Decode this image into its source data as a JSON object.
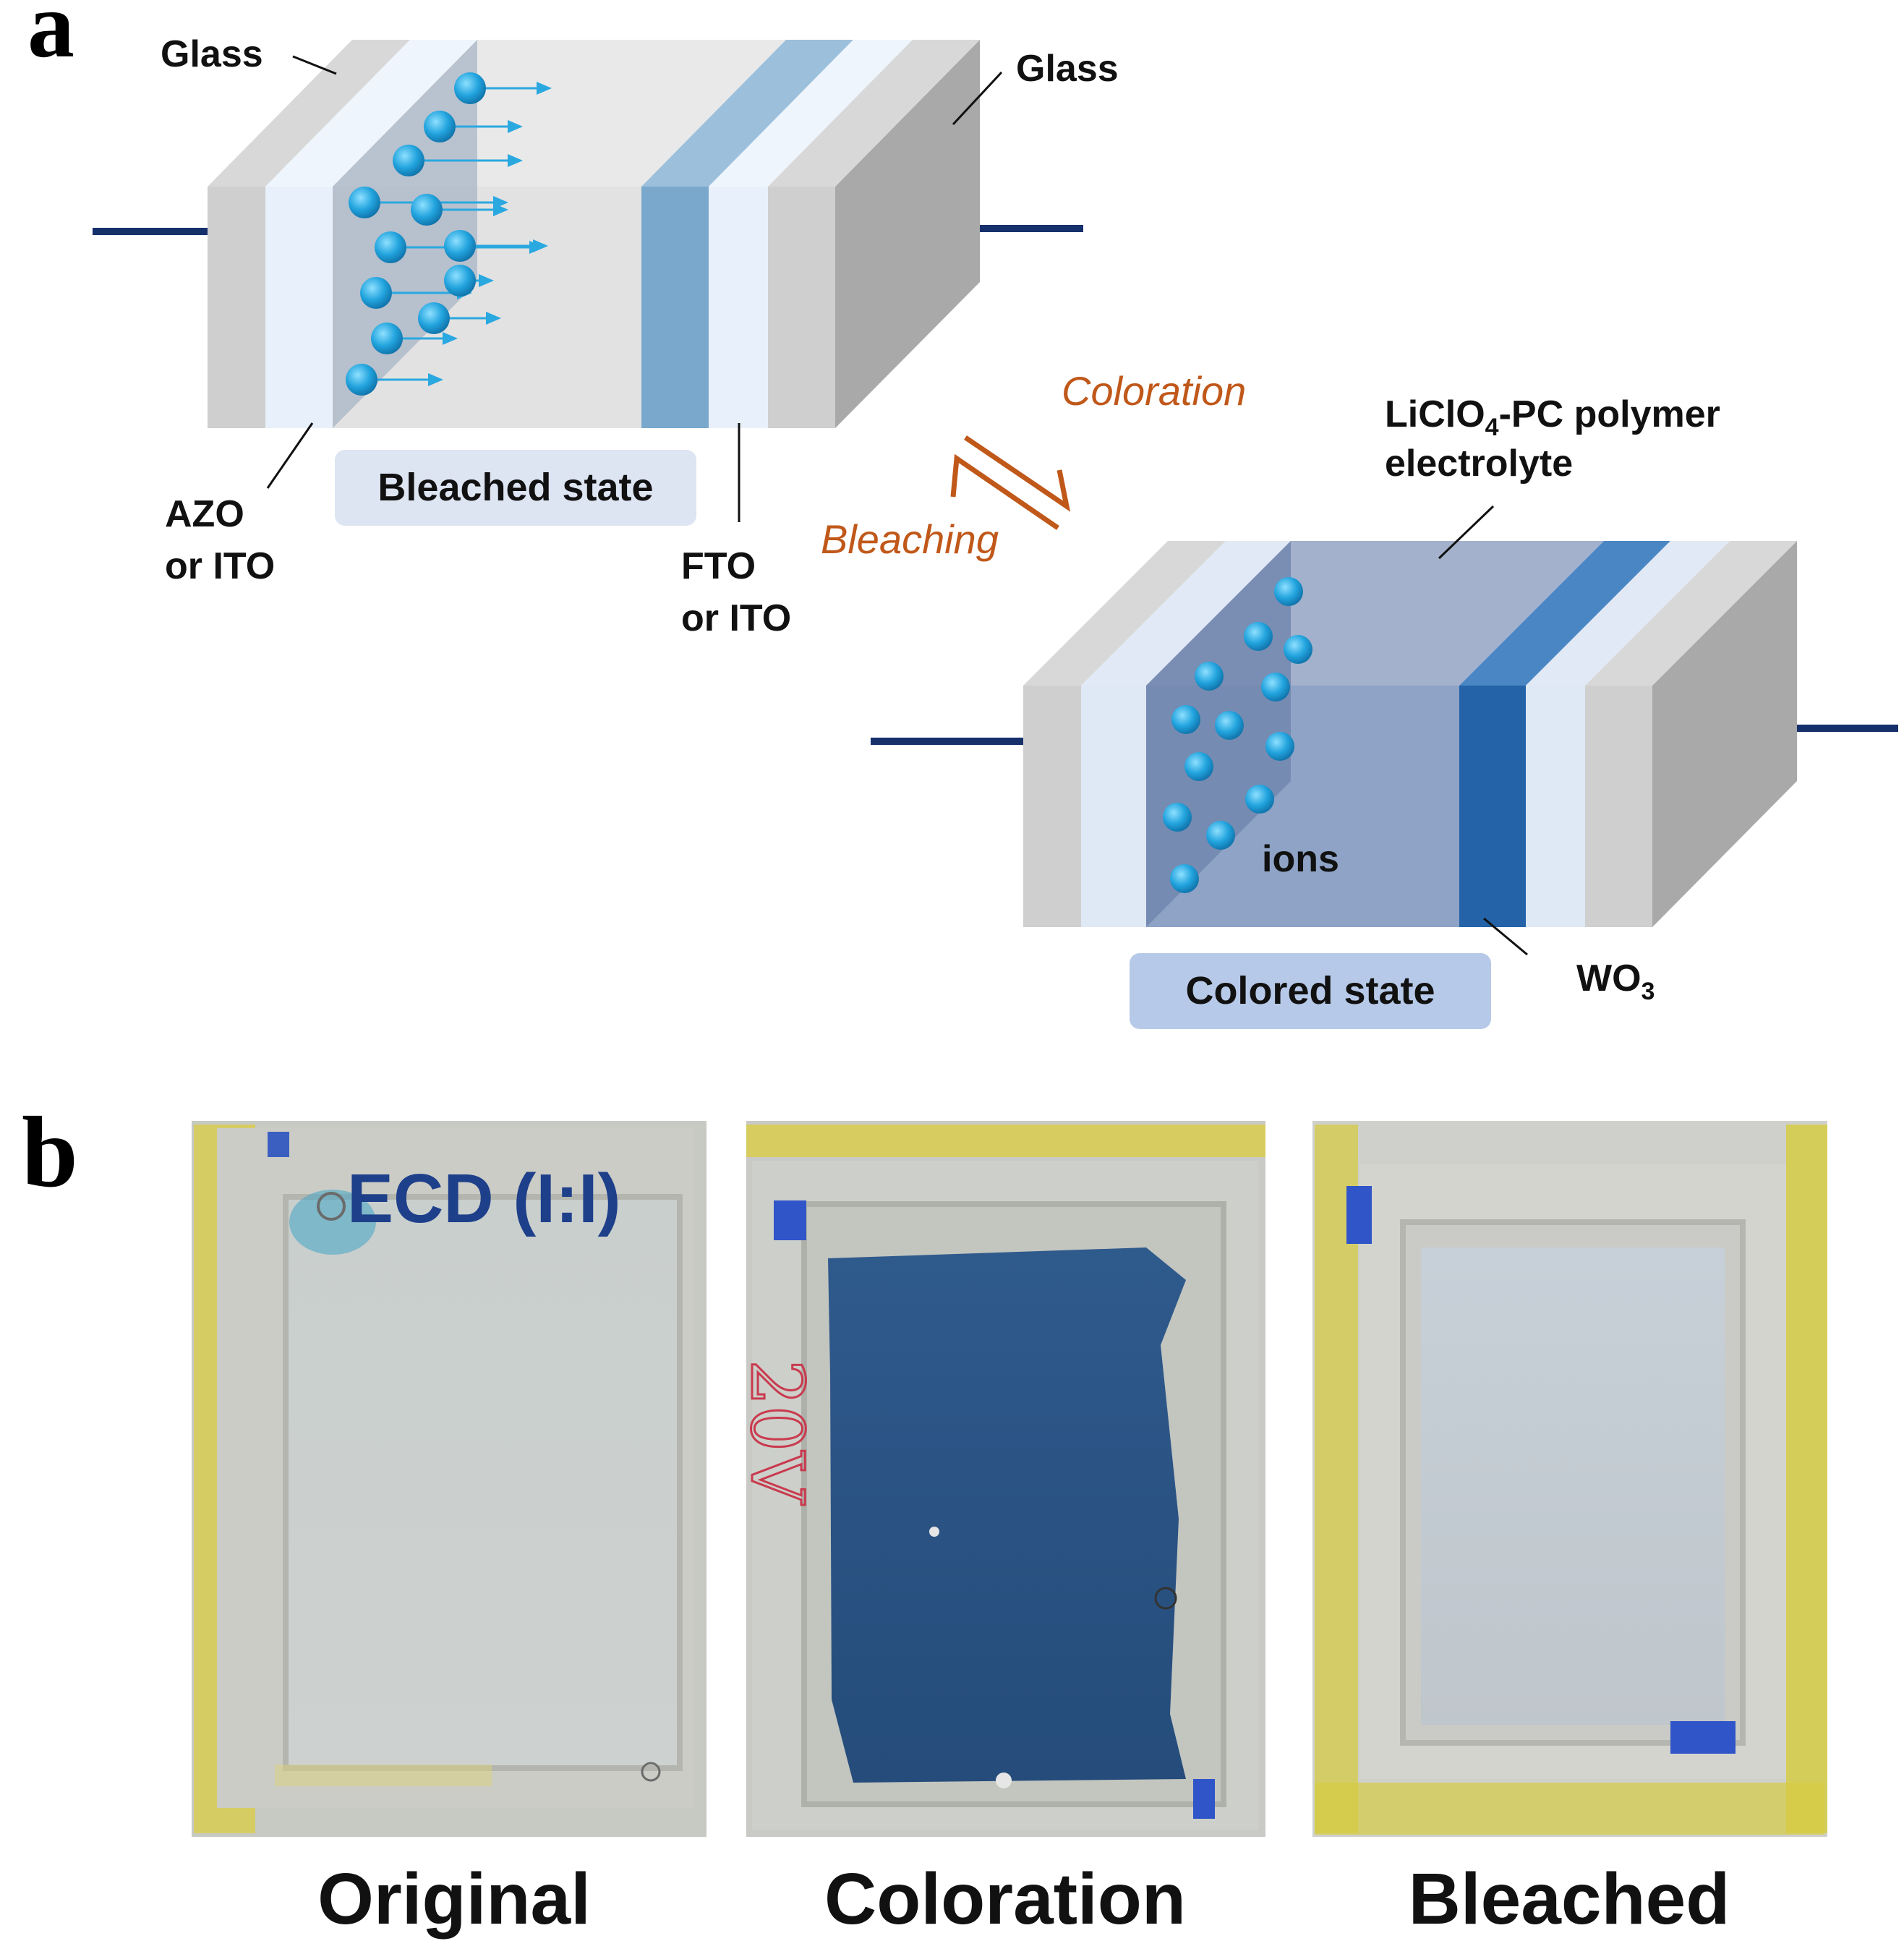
{
  "panel_a": {
    "letter": "a",
    "glass_left": "Glass",
    "glass_right": "Glass",
    "azo_line1": "AZO",
    "azo_line2": "or ITO",
    "fto_line1": "FTO",
    "fto_line2": "or ITO",
    "bleached_state": "Bleached state",
    "colored_state": "Colored state",
    "coloration": "Coloration",
    "bleaching": "Bleaching",
    "electrolyte_line1_main": "LiClO",
    "electrolyte_line1_sub": "4",
    "electrolyte_line1_rest": "-PC polymer",
    "electrolyte_line2": "electrolyte",
    "ions": "ions",
    "wo3_main": "WO",
    "wo3_sub": "3"
  },
  "panel_b": {
    "letter": "b",
    "device_label": "ECD (I:I)",
    "captions": [
      "Original",
      "Coloration",
      "Bleached"
    ],
    "annotation_handwritten": "20V"
  },
  "colors": {
    "glass_front": "#cfcfcf",
    "glass_side": "#a9a9a9",
    "tco_light": "#e8f1fb",
    "wo3_bleached": "#7aa8cc",
    "wo3_colored": "#2463a8",
    "electrolyte_colored": "#8ea3c6",
    "ion": "#2aa8e0",
    "wire": "#15306b",
    "state_box_bleached": "#dde4f2",
    "state_box_colored": "#b7c9e8",
    "tape_yellow": "#e0d23a",
    "film_colored": "#2c5585",
    "film_bleached": "#c3ccd4",
    "ecd_text": "#1e3f8a",
    "arrow_orange": "#c0581a"
  }
}
